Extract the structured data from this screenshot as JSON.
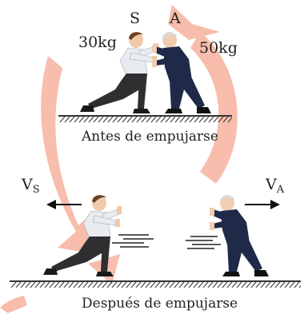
{
  "before": {
    "label_s": "S",
    "label_a": "A",
    "mass_s": "30kg",
    "mass_a": "50kg",
    "caption": "Antes de empujarse"
  },
  "after": {
    "velocity_s": "V",
    "velocity_s_sub": "S",
    "velocity_a": "V",
    "velocity_a_sub": "A",
    "caption": "Después de empujarse"
  },
  "colors": {
    "watermark": "#f6a893",
    "ground_hatch": "#333333",
    "arrow": "#111111"
  },
  "icons": [
    "boy-figure",
    "man-figure",
    "motion-lines",
    "left-arrow",
    "right-arrow"
  ]
}
